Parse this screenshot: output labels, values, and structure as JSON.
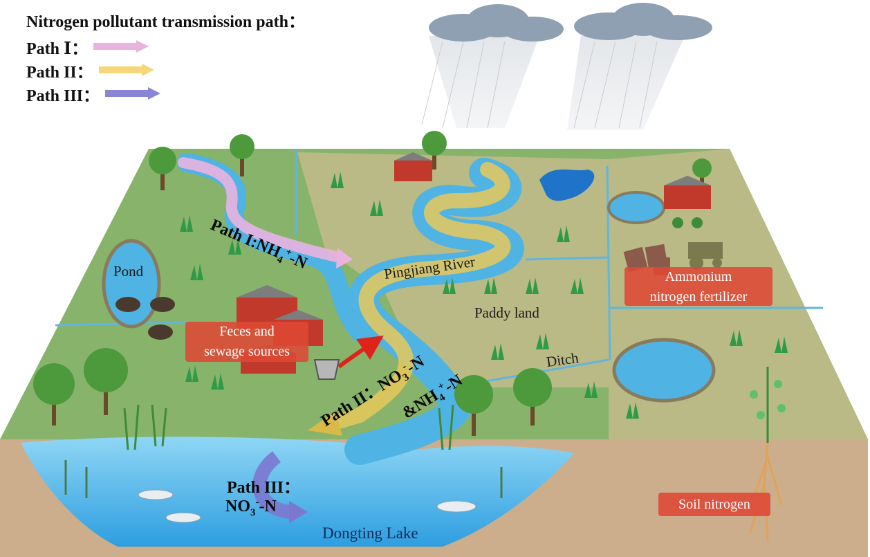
{
  "legend": {
    "title": "Nitrogen pollutant transmission path：",
    "items": [
      {
        "label": "Path Ⅰ：",
        "color": "#e9b3df"
      },
      {
        "label": "Path II：",
        "color": "#f5d77a"
      },
      {
        "label": "Path III：",
        "color": "#8a86d6"
      }
    ]
  },
  "labels": {
    "pond": "Pond",
    "river": "Pingjiang River",
    "paddy": "Paddy land",
    "ditch": "Ditch",
    "lake": "Dongting Lake"
  },
  "boxes": {
    "feces_line1": "Feces and",
    "feces_line2": "sewage sources",
    "fert_line1": "Ammonium",
    "fert_line2": "nitrogen fertilizer",
    "soil": "Soil nitrogen"
  },
  "paths": {
    "p1": "Path I:NH",
    "p1_sub": "4",
    "p1_sup": "+",
    "p1_end": "-N",
    "p2_a": "Path II：NO",
    "p2_sub1": "3",
    "p2_sup1": "-",
    "p2_b": "-N",
    "p2_c": "&NH",
    "p2_sub2": "4",
    "p2_sup2": "+",
    "p2_d": "-N",
    "p3_title": "Path III：",
    "p3_a": "NO",
    "p3_sub": "3",
    "p3_sup": "-",
    "p3_b": "-N"
  },
  "colors": {
    "land": "#87b36b",
    "paddy": "#b9ba85",
    "soil": "#ccad8c",
    "water": "#55b8e6",
    "box": "#de4834"
  }
}
